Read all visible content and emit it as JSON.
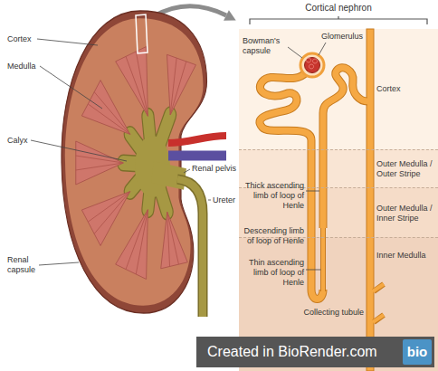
{
  "diagram": {
    "nodes": [
      {
        "text": [
          "Cortical nephron"
        ]
      },
      {
        "text": [
          "Cortex"
        ],
        "in": 0
      },
      {
        "text": [
          "Outer Medulla / Outer Stripe"
        ],
        "in": 0
      },
      {
        "text": [
          "Outer Medulla / Inner Stripe"
        ],
        "in": 0
      },
      {
        "text": [
          "Inner Medulla"
        ],
        "in": 0
      },
      {
        "text": [
          "Created in BioRender.com"
        ]
      },
      {
        "text": [
          "bio"
        ],
        "in": 5
      }
    ],
    "labels": [
      "Cortex",
      "Medulla",
      "Calyx",
      "Renal capsule",
      "Renal pelvis",
      "Ureter",
      "Bowman's capsule",
      "Glomerulus",
      "Thick ascending limb of loop of Henle",
      "Descending limb of loop of Henle",
      "Thin ascending limb of loop of Henle",
      "Collecting tubule"
    ]
  }
}
